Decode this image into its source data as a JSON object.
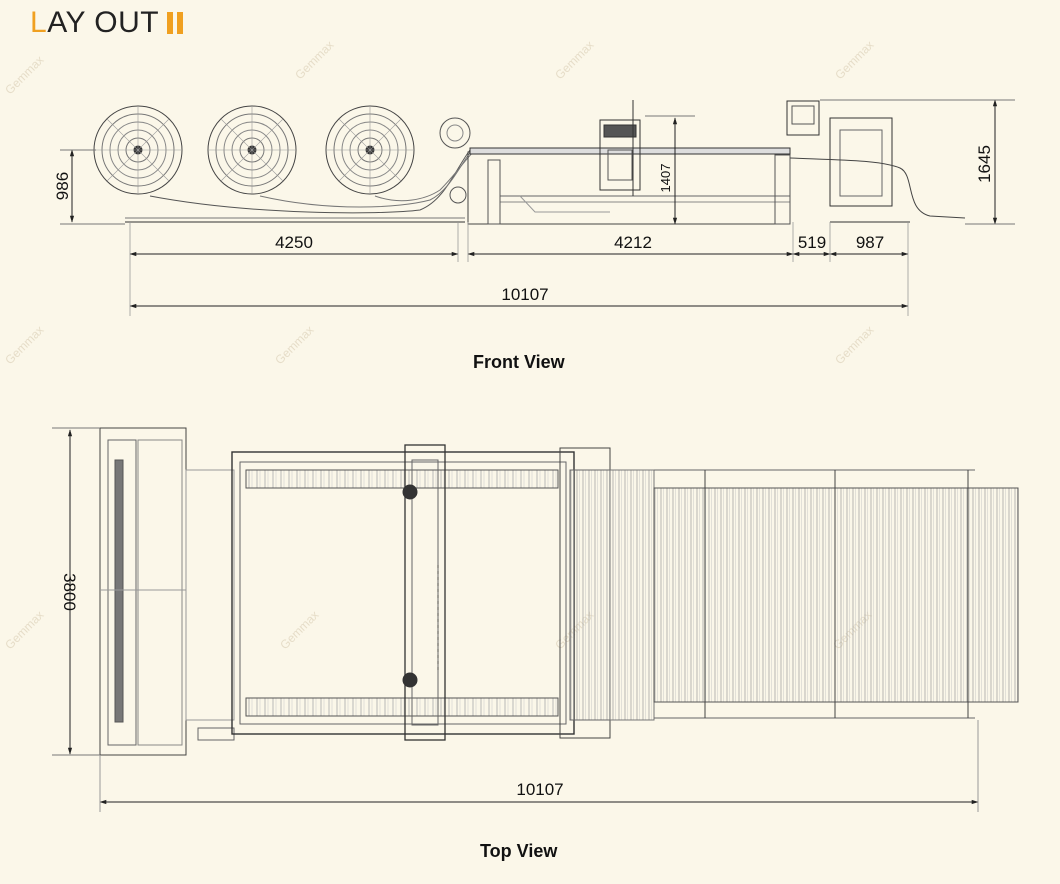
{
  "header": {
    "title": "LAY OUT",
    "accent_color": "#f0a020"
  },
  "front_view": {
    "caption": "Front View",
    "dims": {
      "height_left": "986",
      "coil_section": "4250",
      "machine_section": "4212",
      "section_a": "519",
      "section_b": "987",
      "total_length": "10107",
      "mast_height": "1407",
      "overall_height": "1645"
    }
  },
  "top_view": {
    "caption": "Top View",
    "dims": {
      "width": "3800",
      "total_length": "10107"
    }
  },
  "watermark": "Gemmax"
}
